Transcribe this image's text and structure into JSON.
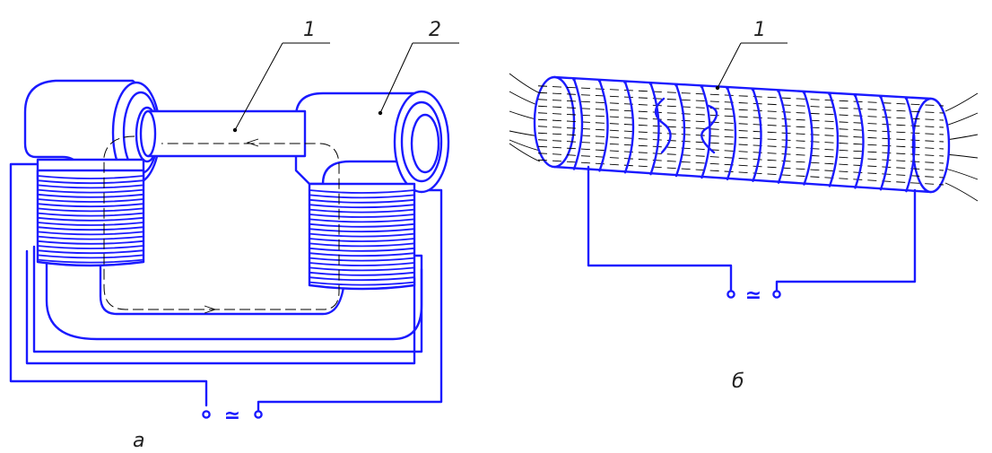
{
  "figure_a": {
    "caption": "а",
    "callout_1": "1",
    "callout_2": "2",
    "source_symbol": "≃"
  },
  "figure_b": {
    "caption": "б",
    "callout_1": "1",
    "source_symbol": "≃"
  },
  "colors": {
    "drawing": "#1a1aff",
    "annotation": "#000000",
    "background": "#ffffff"
  }
}
